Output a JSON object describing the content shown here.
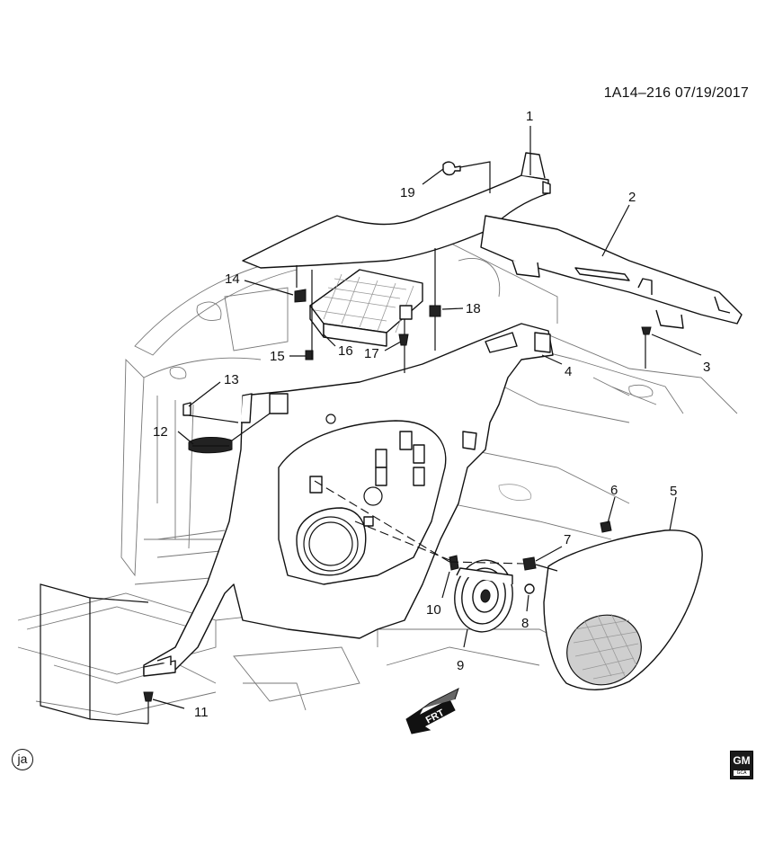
{
  "header": {
    "illustration_id": "1A14–216  07/19/2017"
  },
  "callouts": {
    "c1": "1",
    "c2": "2",
    "c3": "3",
    "c4": "4",
    "c5": "5",
    "c6": "6",
    "c7": "7",
    "c8": "8",
    "c9": "9",
    "c10": "10",
    "c11": "11",
    "c12": "12",
    "c13": "13",
    "c14": "14",
    "c15": "15",
    "c16": "16",
    "c17": "17",
    "c18": "18",
    "c19": "19"
  },
  "direction_arrow": {
    "label": "FRT"
  },
  "badge": {
    "text": "ja"
  },
  "logo": {
    "text": "GM",
    "subtext": "GCA"
  },
  "icons": {
    "direction": "front-arrow-icon",
    "logo": "gm-logo-icon"
  }
}
